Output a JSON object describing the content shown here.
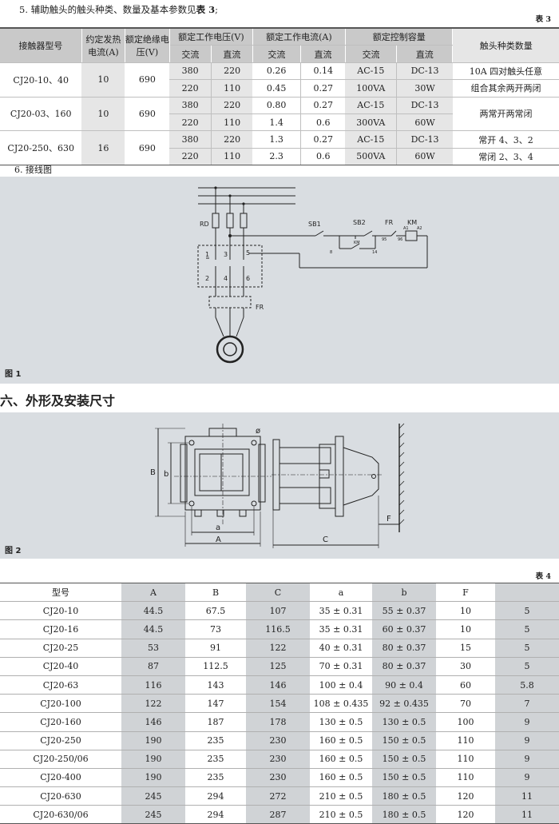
{
  "intro": {
    "text": "5. 辅助触头的触头种类、数量及基本参数见",
    "ref": "表 3",
    "end": ";"
  },
  "table3": {
    "label": "表 3",
    "headers": {
      "model": "接触器型号",
      "current": "约定发热电流(A)",
      "insulation": "额定绝缘电压(V)",
      "voltage": "额定工作电压(V)",
      "workcurrent": "额定工作电流(A)",
      "capacity": "额定控制容量",
      "contacts": "触头种类数量"
    },
    "sub": {
      "ac": "交流",
      "dc": "直流",
      "ac2": "交流",
      "dc2": "直流",
      "ac3": "交流",
      "dc3": "直流"
    },
    "rows": [
      {
        "model": "CJ20-10、40",
        "current": "10",
        "insulation": "690",
        "r1": [
          "380",
          "220",
          "0.26",
          "0.14",
          "AC-15",
          "DC-13"
        ],
        "r2": [
          "220",
          "110",
          "0.45",
          "0.27",
          "100VA",
          "30W"
        ],
        "contacts1": "10A 四对触头任意",
        "contacts2": "组合其余两开两闭"
      },
      {
        "model": "CJ20-03、160",
        "current": "10",
        "insulation": "690",
        "r1": [
          "380",
          "220",
          "0.80",
          "0.27",
          "AC-15",
          "DC-13"
        ],
        "r2": [
          "220",
          "110",
          "1.4",
          "0.6",
          "300VA",
          "60W"
        ],
        "contacts1": "两常开两常闭",
        "contacts2": ""
      },
      {
        "model": "CJ20-250、630",
        "current": "16",
        "insulation": "690",
        "r1": [
          "380",
          "220",
          "1.3",
          "0.27",
          "AC-15",
          "DC-13"
        ],
        "r2": [
          "220",
          "110",
          "2.3",
          "0.6",
          "500VA",
          "60W"
        ],
        "contacts1": "常开 4、3、2",
        "contacts2": "常闭 2、3、4"
      }
    ]
  },
  "section6": "6. 接线图",
  "fig1": {
    "label": "图 1",
    "texts": {
      "rd": "RD",
      "sb1": "SB1",
      "sb2": "SB2",
      "fr": "FR",
      "km": "KM",
      "km_small": "KM",
      "a1": "A1",
      "a2": "A2",
      "n95": "95",
      "n96": "96",
      "n8": "8",
      "n14": "14",
      "fr2": "FR",
      "t1": "1",
      "t2": "2",
      "t3": "3",
      "t4": "4",
      "t5": "5",
      "t6": "6"
    }
  },
  "heading": "六、外形及安装尺寸",
  "fig2": {
    "label": "图 2",
    "texts": {
      "B": "B",
      "b": "b",
      "a": "a",
      "A": "A",
      "C": "C",
      "F": "F",
      "phi": "ø"
    }
  },
  "table4": {
    "label": "表 4",
    "headers": [
      "型号",
      "A",
      "B",
      "C",
      "a",
      "b",
      "F",
      ""
    ],
    "rows": [
      [
        "CJ20-10",
        "44.5",
        "67.5",
        "107",
        "35 ± 0.31",
        "55 ± 0.37",
        "10",
        "5"
      ],
      [
        "CJ20-16",
        "44.5",
        "73",
        "116.5",
        "35 ± 0.31",
        "60 ± 0.37",
        "10",
        "5"
      ],
      [
        "CJ20-25",
        "53",
        "91",
        "122",
        "40 ± 0.31",
        "80 ± 0.37",
        "15",
        "5"
      ],
      [
        "CJ20-40",
        "87",
        "112.5",
        "125",
        "70 ± 0.31",
        "80 ± 0.37",
        "30",
        "5"
      ],
      [
        "CJ20-63",
        "116",
        "143",
        "146",
        "100 ± 0.4",
        "90 ± 0.4",
        "60",
        "5.8"
      ],
      [
        "CJ20-100",
        "122",
        "147",
        "154",
        "108 ± 0.435",
        "92 ± 0.435",
        "70",
        "7"
      ],
      [
        "CJ20-160",
        "146",
        "187",
        "178",
        "130 ± 0.5",
        "130 ± 0.5",
        "100",
        "9"
      ],
      [
        "CJ20-250",
        "190",
        "235",
        "230",
        "160 ± 0.5",
        "150 ± 0.5",
        "110",
        "9"
      ],
      [
        "CJ20-250/06",
        "190",
        "235",
        "230",
        "160 ± 0.5",
        "150 ± 0.5",
        "110",
        "9"
      ],
      [
        "CJ20-400",
        "190",
        "235",
        "230",
        "160 ± 0.5",
        "150 ± 0.5",
        "110",
        "9"
      ],
      [
        "CJ20-630",
        "245",
        "294",
        "272",
        "210 ± 0.5",
        "180 ± 0.5",
        "120",
        "11"
      ],
      [
        "CJ20-630/06",
        "245",
        "294",
        "287",
        "210 ± 0.5",
        "180 ± 0.5",
        "120",
        "11"
      ]
    ]
  }
}
